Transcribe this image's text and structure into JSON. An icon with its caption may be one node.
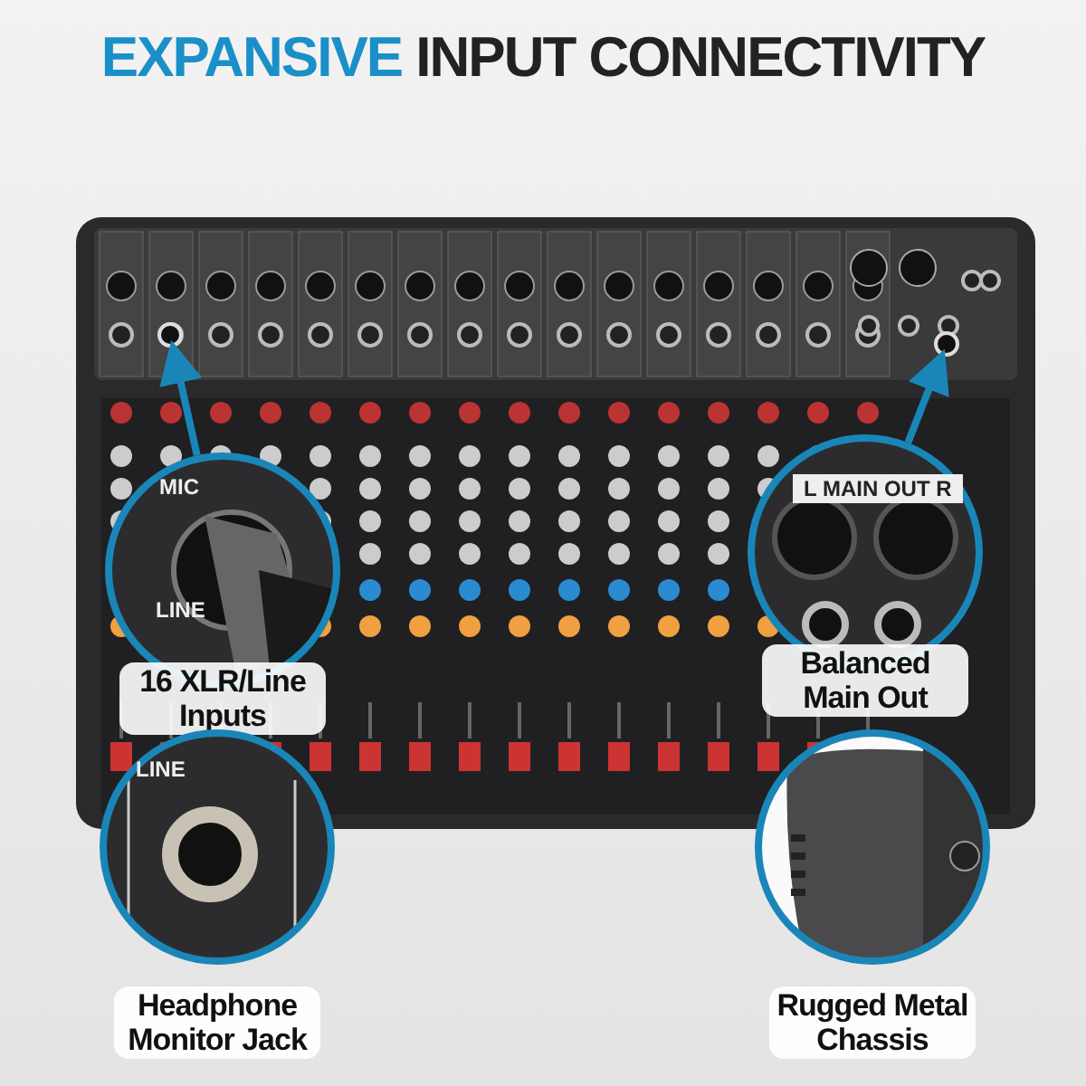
{
  "diagram": {
    "title": "EXPANSIVE INPUT CONNECTIVITY",
    "nodes": [
      {
        "text": [],
        "shape": "picture"
      },
      {
        "text": [],
        "shape": "circle",
        "in": 0
      },
      {
        "text": [],
        "shape": "circle",
        "in": 0
      },
      {
        "text": [
          "16 XLR/Line Inputs"
        ],
        "in": 0
      },
      {
        "text": [
          "Balanced Main Out"
        ],
        "in": 0
      },
      {
        "text": [
          "Headphone Monitor Jack"
        ]
      },
      {
        "text": [
          "Rugged Metal Chassis"
        ]
      }
    ],
    "edges": [
      {
        "from": 3,
        "to": 1,
        "arrow": "to"
      },
      {
        "from": 4,
        "to": 2,
        "arrow": "to"
      }
    ],
    "labels": [
      "MIC",
      "LINE",
      "L MAIN OUT R",
      "LINE"
    ]
  }
}
